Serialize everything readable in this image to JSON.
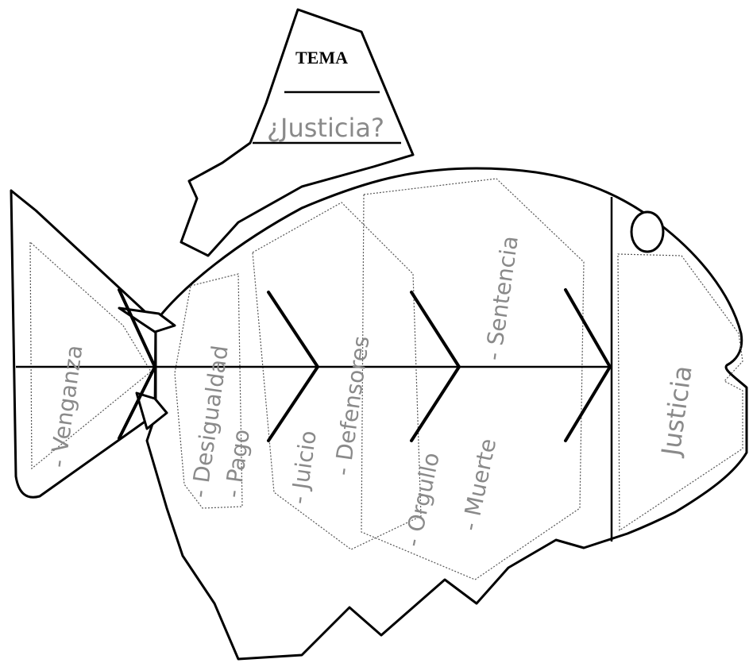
{
  "diagram": {
    "tema_label": "TEMA",
    "tema_value": "¿Justicia?",
    "tail_item": "- Venganza",
    "bone_1": {
      "item_1": "- Desigualdad",
      "item_2": "- Pago"
    },
    "bone_2": {
      "item_1": "- Juicio",
      "item_2": "- Defensores"
    },
    "bone_3": {
      "item_1": "- Orgullo",
      "item_2": "- Muerte",
      "item_3": "- Sentencia"
    },
    "head_item": "Justicia"
  }
}
